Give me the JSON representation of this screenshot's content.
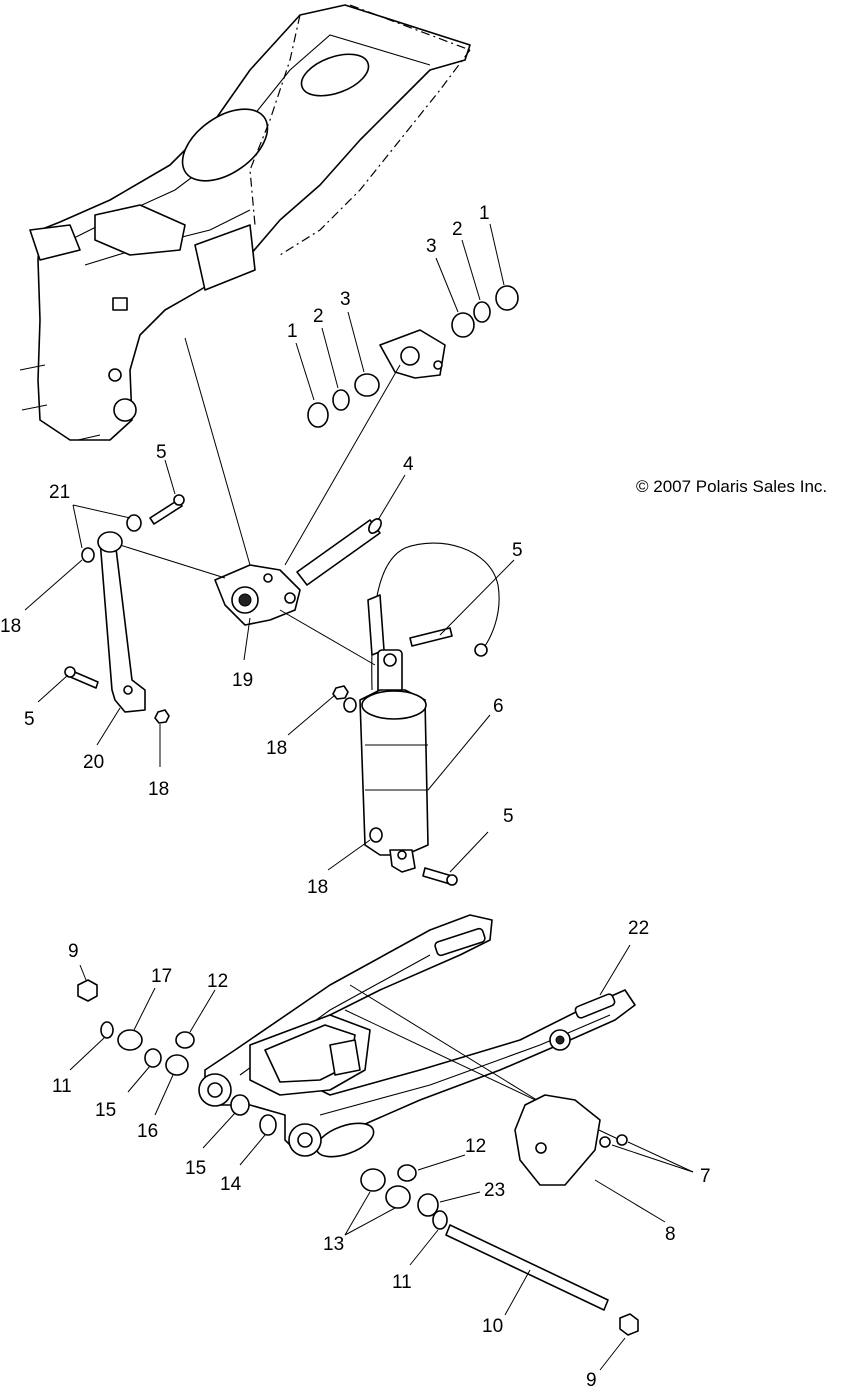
{
  "copyright": "© 2007 Polaris Sales Inc.",
  "callouts": [
    "1",
    "2",
    "3",
    "3",
    "2",
    "1",
    "4",
    "5",
    "5",
    "5",
    "5",
    "6",
    "7",
    "8",
    "9",
    "9",
    "10",
    "11",
    "11",
    "12",
    "12",
    "13",
    "14",
    "15",
    "15",
    "16",
    "17",
    "18",
    "18",
    "18",
    "18",
    "19",
    "20",
    "21",
    "22",
    "23"
  ]
}
